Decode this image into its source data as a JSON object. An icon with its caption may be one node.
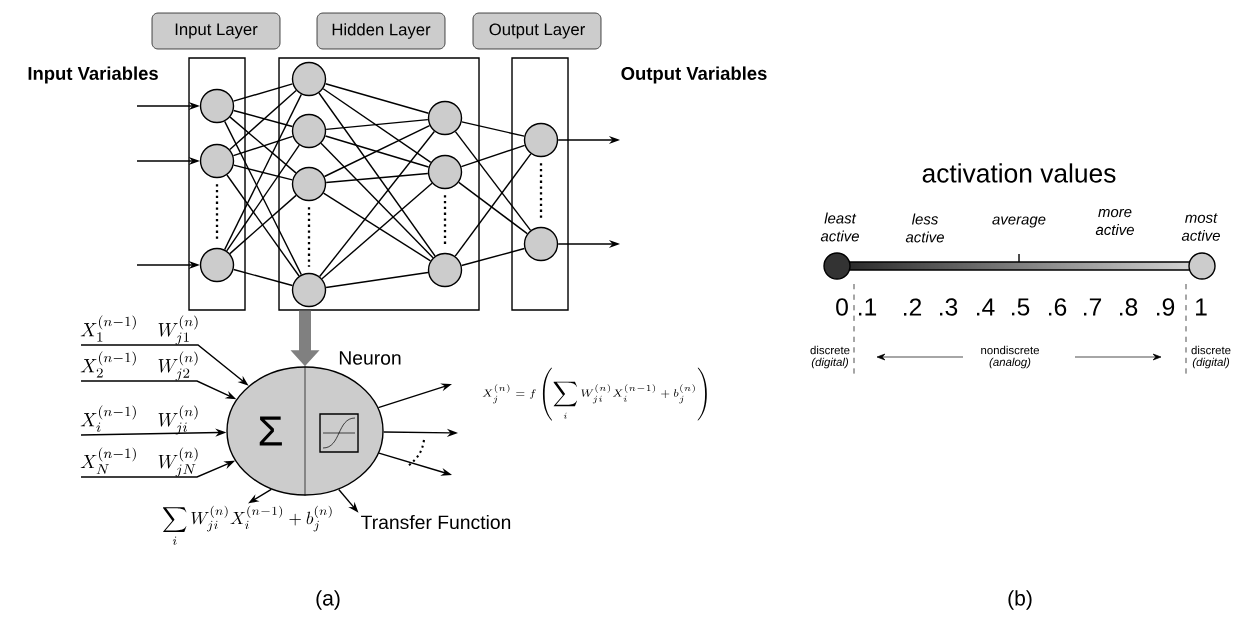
{
  "diagram": {
    "nodes": [
      {
        "text": [
          "Input Layer"
        ]
      },
      {
        "text": [
          "Hidden Layer"
        ]
      },
      {
        "text": [
          "Output Layer"
        ]
      },
      {
        "text": [],
        "shape": "box"
      },
      {
        "text": [],
        "shape": "box"
      },
      {
        "text": [],
        "shape": "box"
      },
      {
        "text": [],
        "shape": "circle",
        "in": 3
      },
      {
        "text": [],
        "shape": "circle",
        "in": 3
      },
      {
        "text": [],
        "shape": "circle",
        "in": 3
      },
      {
        "text": [],
        "shape": "circle",
        "in": 4
      },
      {
        "text": [],
        "shape": "circle",
        "in": 4
      },
      {
        "text": [],
        "shape": "circle",
        "in": 4
      },
      {
        "text": [],
        "shape": "circle",
        "in": 4
      },
      {
        "text": [],
        "shape": "circle",
        "in": 4
      },
      {
        "text": [],
        "shape": "circle",
        "in": 4
      },
      {
        "text": [],
        "shape": "circle",
        "in": 4
      },
      {
        "text": [],
        "shape": "circle",
        "in": 5
      },
      {
        "text": [],
        "shape": "circle",
        "in": 5
      },
      {
        "text": [
          "Σ"
        ],
        "beside": [
          "Neuron"
        ]
      },
      {
        "text": [
          "\\sum_i W_{ji}^{(n)} X_i^{(n-1)} + b_j^{(n)}"
        ]
      },
      {
        "text": [
          "Transfer Function"
        ]
      }
    ],
    "edges": [
      {
        "from": null,
        "to": 6,
        "arrow": "to"
      },
      {
        "from": null,
        "to": 7,
        "arrow": "to"
      },
      {
        "from": null,
        "to": 8,
        "arrow": "to"
      },
      {
        "from": 6,
        "to": 9,
        "arrow": "none"
      },
      {
        "from": 6,
        "to": 10,
        "arrow": "none"
      },
      {
        "from": 6,
        "to": 11,
        "arrow": "none"
      },
      {
        "from": 6,
        "to": 12,
        "arrow": "none"
      },
      {
        "from": 7,
        "to": 9,
        "arrow": "none"
      },
      {
        "from": 7,
        "to": 10,
        "arrow": "none"
      },
      {
        "from": 7,
        "to": 11,
        "arrow": "none"
      },
      {
        "from": 7,
        "to": 12,
        "arrow": "none"
      },
      {
        "from": 8,
        "to": 9,
        "arrow": "none"
      },
      {
        "from": 8,
        "to": 10,
        "arrow": "none"
      },
      {
        "from": 8,
        "to": 11,
        "arrow": "none"
      },
      {
        "from": 8,
        "to": 12,
        "arrow": "none"
      },
      {
        "from": 9,
        "to": 13,
        "arrow": "none"
      },
      {
        "from": 9,
        "to": 14,
        "arrow": "none"
      },
      {
        "from": 9,
        "to": 15,
        "arrow": "none"
      },
      {
        "from": 10,
        "to": 13,
        "arrow": "none"
      },
      {
        "from": 10,
        "to": 14,
        "arrow": "none"
      },
      {
        "from": 10,
        "to": 15,
        "arrow": "none"
      },
      {
        "from": 11,
        "to": 13,
        "arrow": "none"
      },
      {
        "from": 11,
        "to": 14,
        "arrow": "none"
      },
      {
        "from": 11,
        "to": 15,
        "arrow": "none"
      },
      {
        "from": 12,
        "to": 13,
        "arrow": "none"
      },
      {
        "from": 12,
        "to": 14,
        "arrow": "none"
      },
      {
        "from": 12,
        "to": 15,
        "arrow": "none"
      },
      {
        "from": 13,
        "to": 16,
        "arrow": "none"
      },
      {
        "from": 13,
        "to": 17,
        "arrow": "none"
      },
      {
        "from": 14,
        "to": 16,
        "arrow": "none"
      },
      {
        "from": 14,
        "to": 17,
        "arrow": "none"
      },
      {
        "from": 15,
        "to": 16,
        "arrow": "none"
      },
      {
        "from": 15,
        "to": 17,
        "arrow": "none"
      },
      {
        "from": 16,
        "to": null,
        "arrow": "to"
      },
      {
        "from": 17,
        "to": null,
        "arrow": "to"
      },
      {
        "from": 4,
        "to": 18,
        "arrow": "to",
        "style": "thick",
        "color": "#808080"
      },
      {
        "from": null,
        "to": 18,
        "arrow": "to",
        "label": "X_1^{(n-1)} \\quad W_{j1}^{(n)}"
      },
      {
        "from": null,
        "to": 18,
        "arrow": "to",
        "label": "X_2^{(n-1)} \\quad W_{j2}^{(n)}"
      },
      {
        "from": null,
        "to": 18,
        "arrow": "to",
        "label": "X_i^{(n-1)} \\quad W_{ji}^{(n)}"
      },
      {
        "from": null,
        "to": 18,
        "arrow": "to",
        "label": "X_N^{(n-1)} \\quad W_{jN}^{(n)}"
      },
      {
        "from": 18,
        "to": null,
        "arrow": "to"
      },
      {
        "from": 18,
        "to": null,
        "arrow": "to"
      },
      {
        "from": 18,
        "to": null,
        "arrow": "to"
      },
      {
        "from": 18,
        "to": 19,
        "arrow": "to"
      },
      {
        "from": 18,
        "to": 20,
        "arrow": "to"
      }
    ],
    "labels": [
      "Input Variables",
      "Output Variables",
      "X_j^{(n)} = f\\left(\\sum_i W_{ji}^{(n)} X_i^{(n-1)} + b_j^{(n)}\\right)",
      "activation values",
      "least active",
      "less active",
      "average",
      "more active",
      "most active",
      "0",
      ".1",
      ".2",
      ".3",
      ".4",
      ".5",
      ".6",
      ".7",
      ".8",
      ".9",
      "1",
      "discrete",
      "(digital)",
      "nondiscrete",
      "(analog)",
      "discrete",
      "(digital)",
      "(a)",
      "(b)"
    ]
  }
}
